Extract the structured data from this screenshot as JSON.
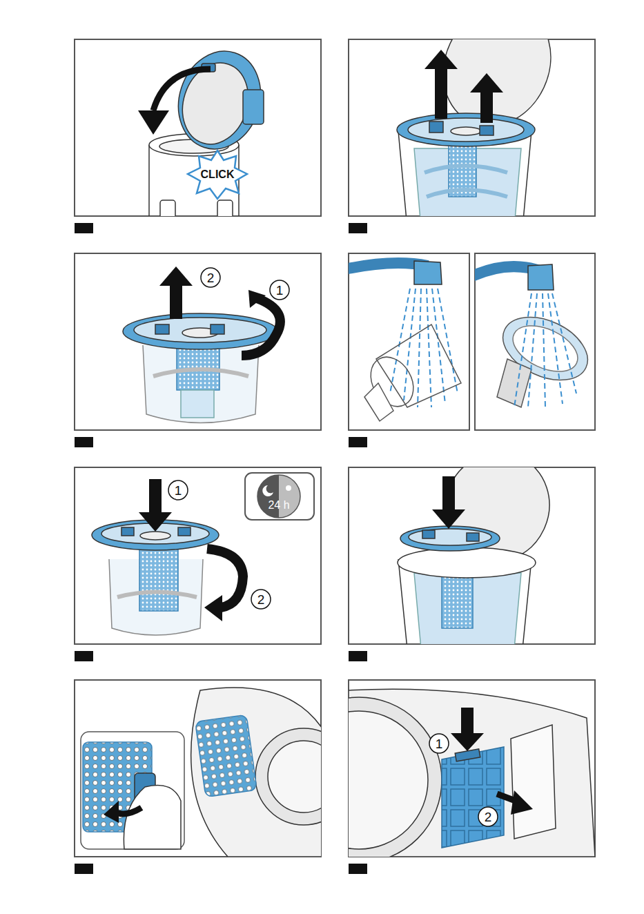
{
  "diagram": {
    "labels": [
      "CLICK",
      "2",
      "1",
      "1",
      "24 h",
      "2",
      "1",
      "2"
    ]
  }
}
